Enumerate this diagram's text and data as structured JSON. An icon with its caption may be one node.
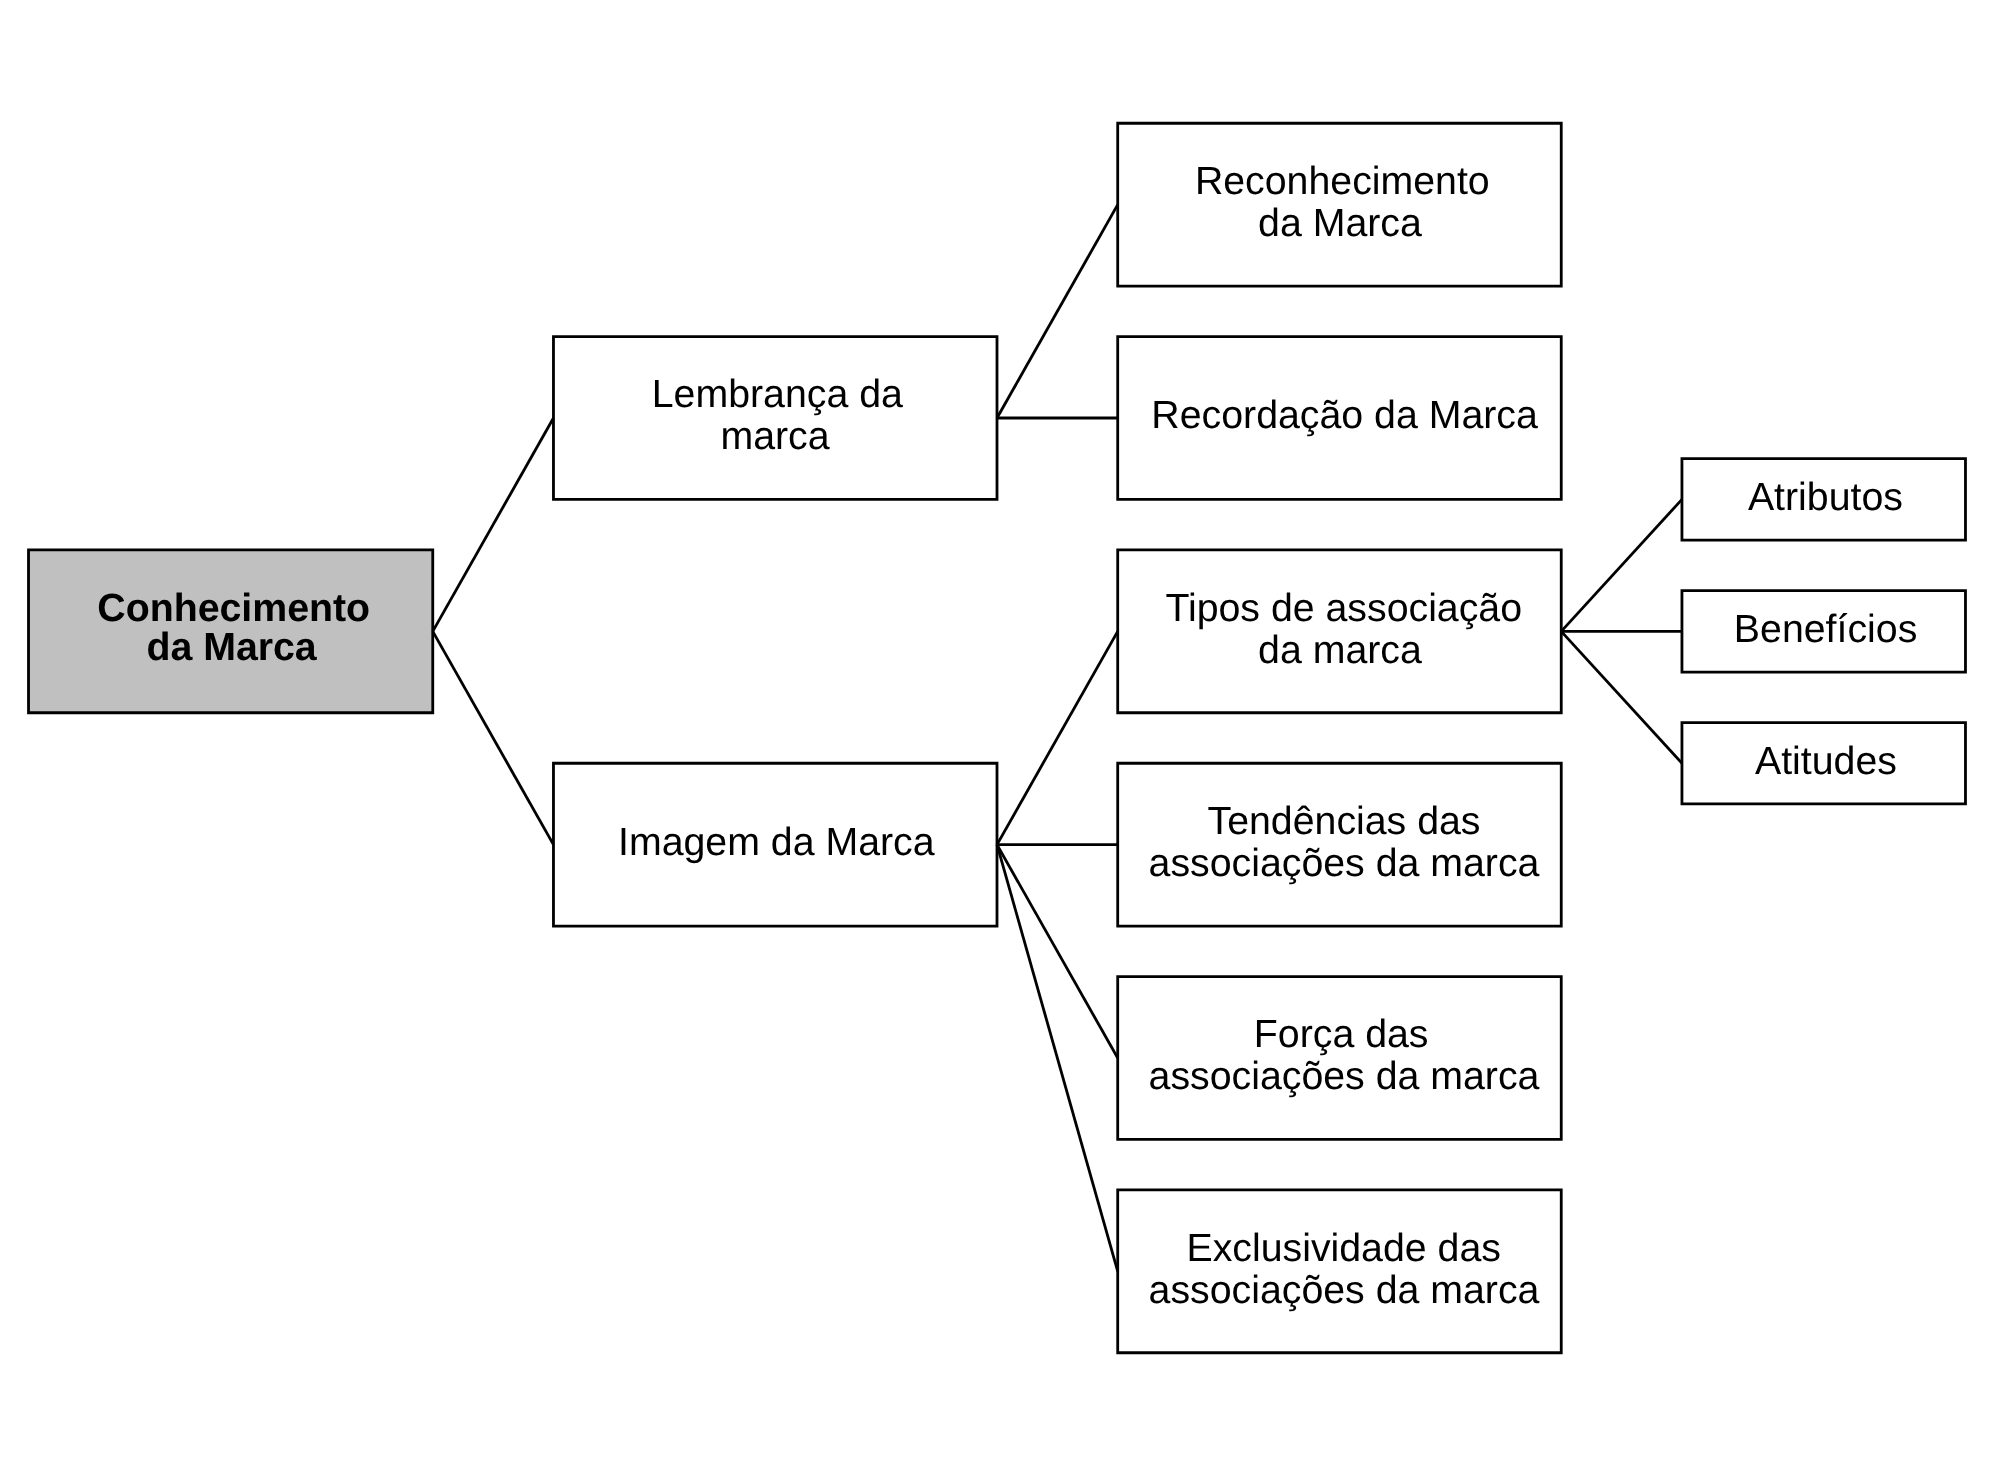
{
  "diagram": {
    "nodes": [
      {
        "text": [
          "Conhecimento da Marca"
        ]
      },
      {
        "text": [
          "Lembrança da marca"
        ]
      },
      {
        "text": [
          "Reconhecimento da Marca"
        ]
      },
      {
        "text": [
          "Recordação da Marca"
        ]
      },
      {
        "text": [
          "Imagem da Marca"
        ]
      },
      {
        "text": [
          "Tipos de associação da marca"
        ]
      },
      {
        "text": [
          "Atributos"
        ]
      },
      {
        "text": [
          "Benefícios"
        ]
      },
      {
        "text": [
          "Atitudes"
        ]
      },
      {
        "text": [
          "Tendências das associações da marca"
        ]
      },
      {
        "text": [
          "Força das associações da marca"
        ]
      },
      {
        "text": [
          "Exclusividade das associações da marca"
        ]
      }
    ],
    "edges": [
      {
        "from": 0,
        "to": 1,
        "arrow": "none"
      },
      {
        "from": 0,
        "to": 4,
        "arrow": "none"
      },
      {
        "from": 1,
        "to": 2,
        "arrow": "none"
      },
      {
        "from": 1,
        "to": 3,
        "arrow": "none"
      },
      {
        "from": 4,
        "to": 5,
        "arrow": "none"
      },
      {
        "from": 4,
        "to": 9,
        "arrow": "none"
      },
      {
        "from": 4,
        "to": 10,
        "arrow": "none"
      },
      {
        "from": 4,
        "to": 11,
        "arrow": "none"
      },
      {
        "from": 5,
        "to": 6,
        "arrow": "none"
      },
      {
        "from": 5,
        "to": 7,
        "arrow": "none"
      },
      {
        "from": 5,
        "to": 8,
        "arrow": "none"
      }
    ]
  }
}
